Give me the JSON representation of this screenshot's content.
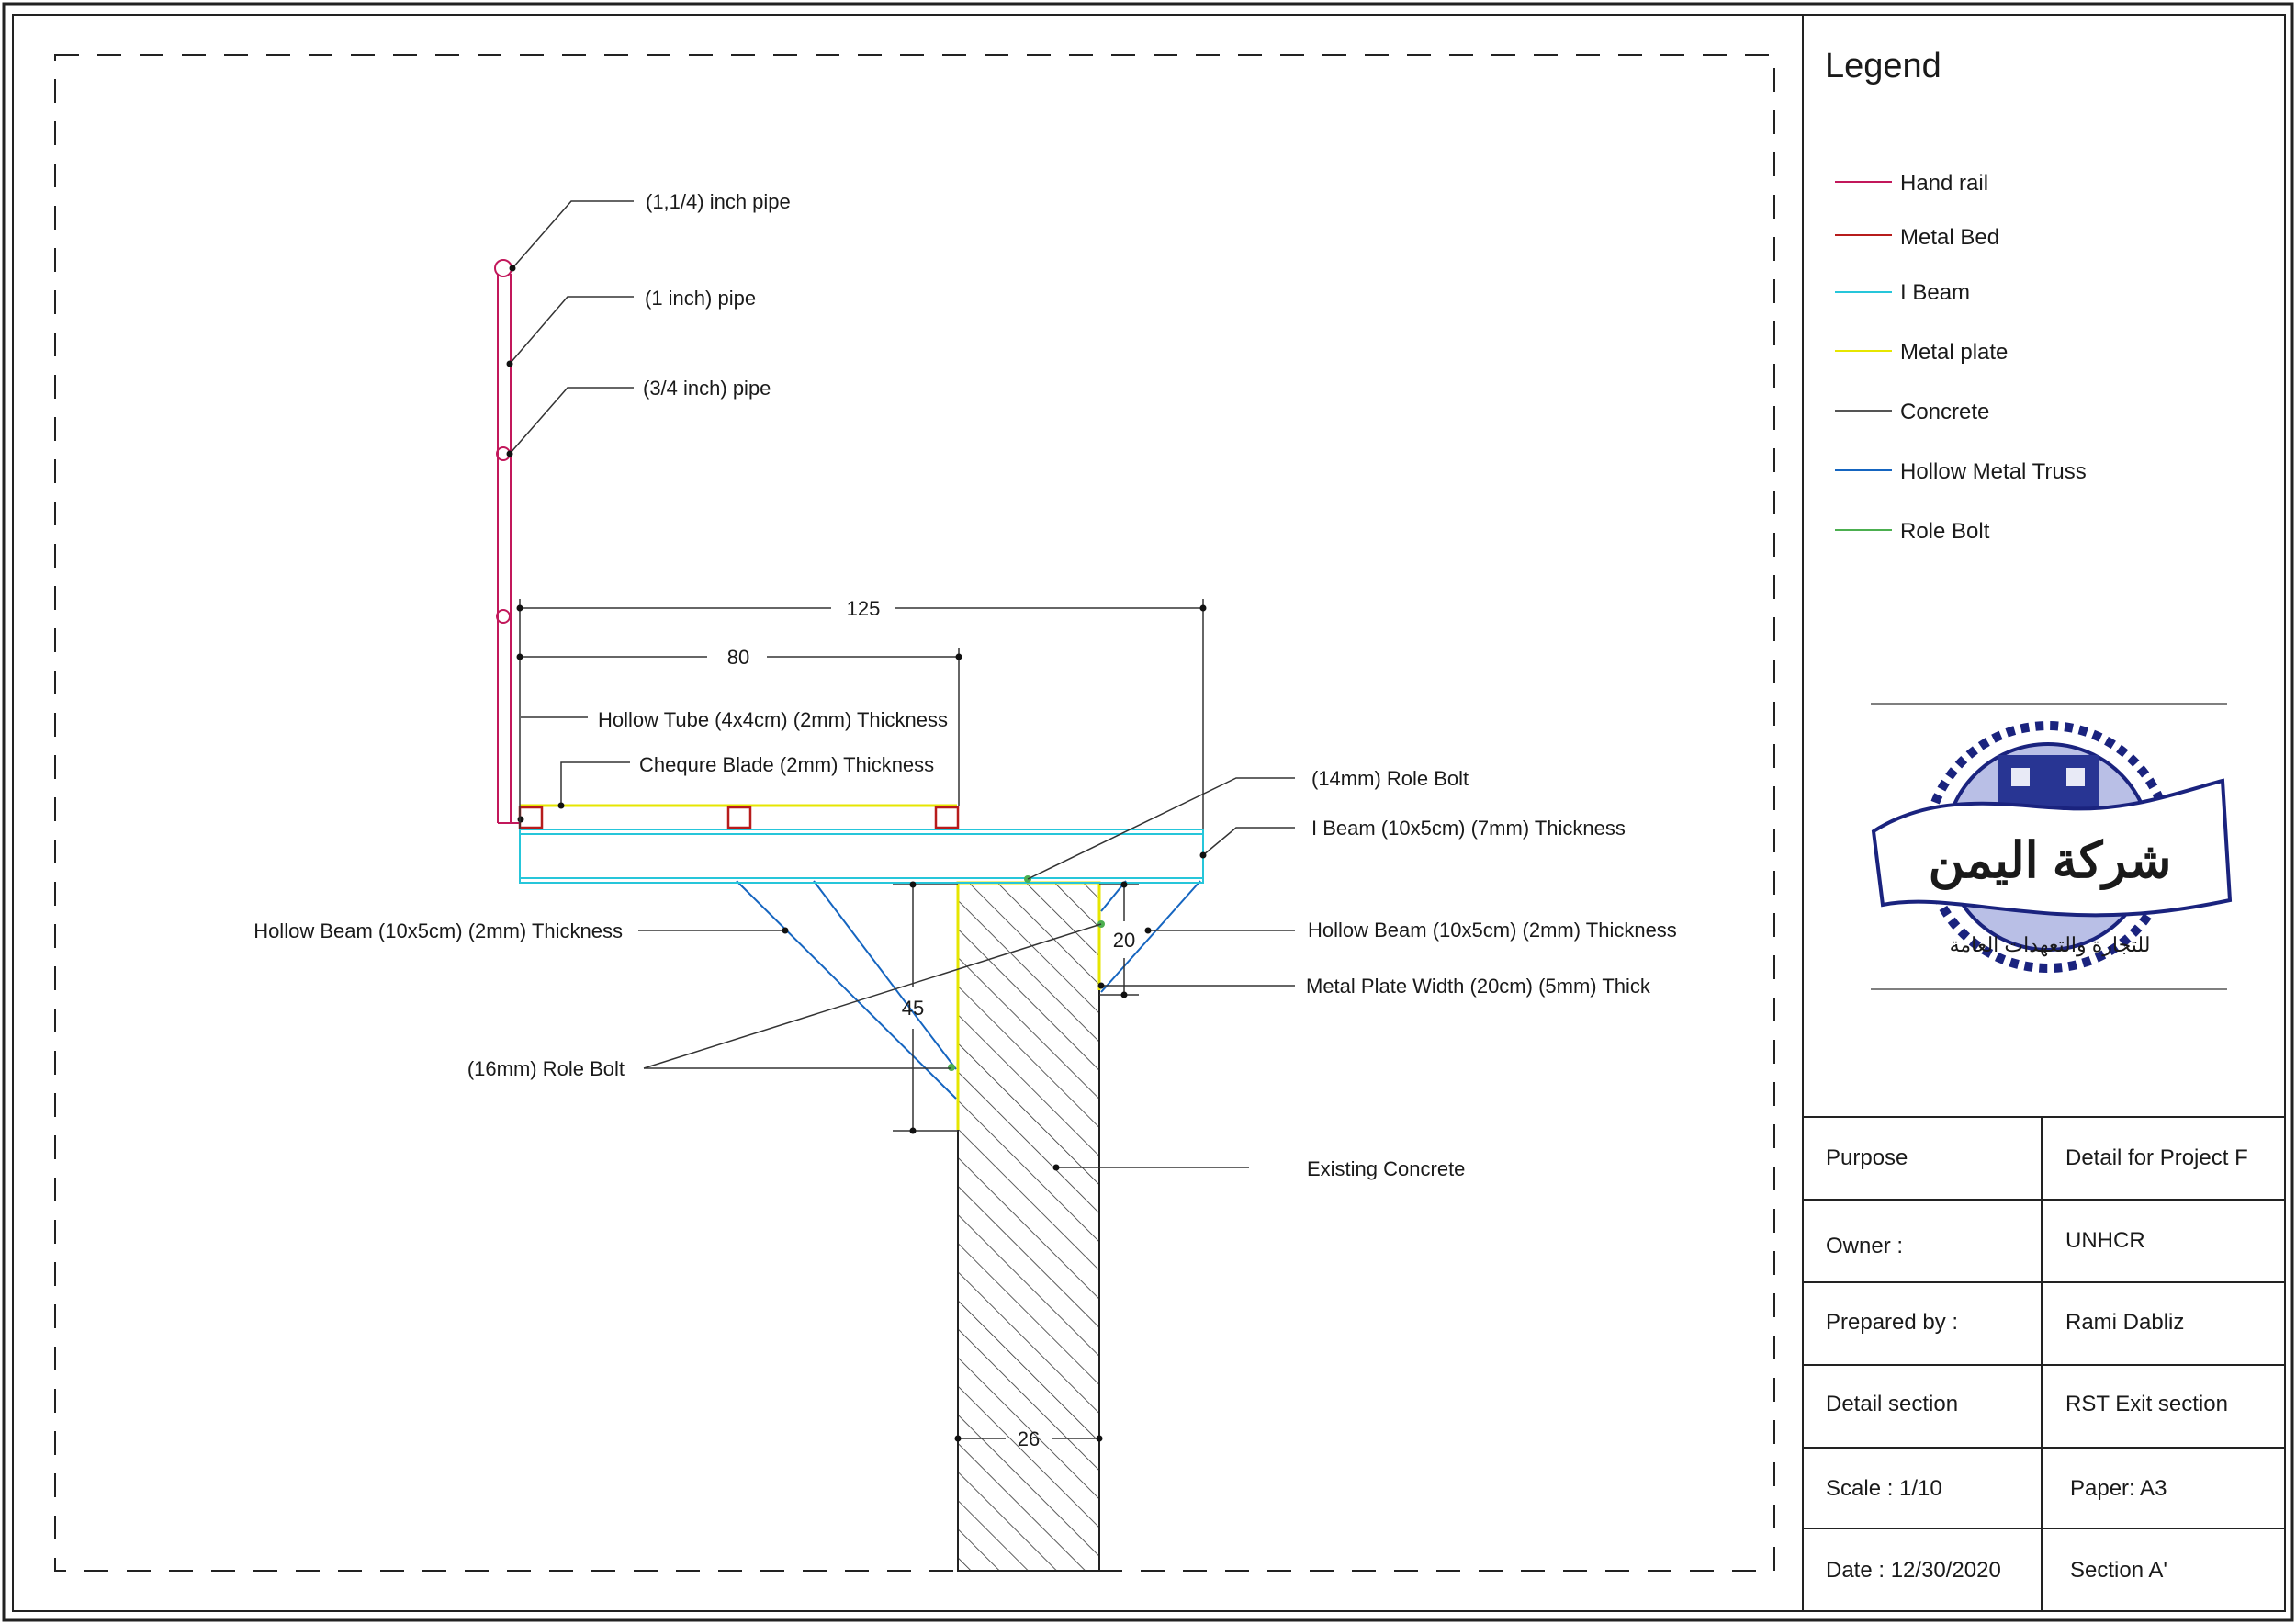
{
  "legend": {
    "title": "Legend",
    "items": [
      {
        "label": "Hand rail",
        "color": "#c2185b"
      },
      {
        "label": "Metal Bed",
        "color": "#b71c1c"
      },
      {
        "label": "I Beam",
        "color": "#26c6da"
      },
      {
        "label": "Metal plate",
        "color": "#e6e600"
      },
      {
        "label": "Concrete",
        "color": "#555555"
      },
      {
        "label": "Hollow Metal Truss",
        "color": "#1565c0"
      },
      {
        "label": "Role Bolt",
        "color": "#4caf50"
      }
    ]
  },
  "annotations": {
    "pipe_114": "(1,1/4) inch pipe",
    "pipe_1": "(1 inch) pipe",
    "pipe_34": "(3/4 inch) pipe",
    "hollow_tube": "Hollow Tube (4x4cm) (2mm) Thickness",
    "chequre_blade": "Chequre Blade (2mm) Thickness",
    "role_bolt_14": "(14mm) Role Bolt",
    "i_beam": "I Beam (10x5cm) (7mm) Thickness",
    "hollow_beam_left": "Hollow Beam (10x5cm) (2mm) Thickness",
    "hollow_beam_right": "Hollow Beam (10x5cm) (2mm) Thickness",
    "metal_plate_width": "Metal Plate Width (20cm) (5mm) Thick",
    "role_bolt_16": "(16mm) Role Bolt",
    "existing_concrete": "Existing Concrete"
  },
  "dimensions": {
    "d125": "125",
    "d80": "80",
    "d20": "20",
    "d45": "45",
    "d26": "26"
  },
  "title_block": {
    "rows": [
      {
        "label": "Purpose",
        "value": "Detail for Project F"
      },
      {
        "label": "Owner :",
        "value": "UNHCR"
      },
      {
        "label": "Prepared by :",
        "value": "Rami Dabliz"
      },
      {
        "label": "Detail section",
        "value": "RST Exit section"
      },
      {
        "label": "Scale : 1/10",
        "value": "Paper: A3"
      },
      {
        "label": "Date :  12/30/2020",
        "value": "Section A'"
      }
    ]
  },
  "logo": {
    "text_ar": "شركة اليمن",
    "subtext_ar": "للتجارة والتعهدات العامة"
  }
}
